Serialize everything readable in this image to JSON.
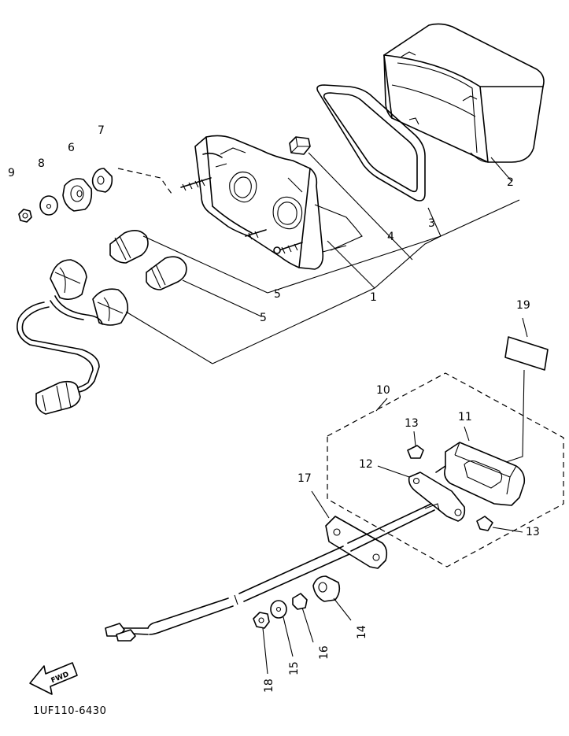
{
  "drawing_code": "1UF110-6430",
  "forward_arrow_text": "FWD",
  "callouts": {
    "c1": "1",
    "c2": "2",
    "c3": "3",
    "c4": "4",
    "c5a": "5",
    "c5b": "5",
    "c6": "6",
    "c7": "7",
    "c8": "8",
    "c9": "9",
    "c10": "10",
    "c11": "11",
    "c12": "12",
    "c13a": "13",
    "c13b": "13",
    "c14": "14",
    "c15": "15",
    "c16": "16",
    "c17": "17",
    "c18": "18",
    "c19": "19"
  }
}
